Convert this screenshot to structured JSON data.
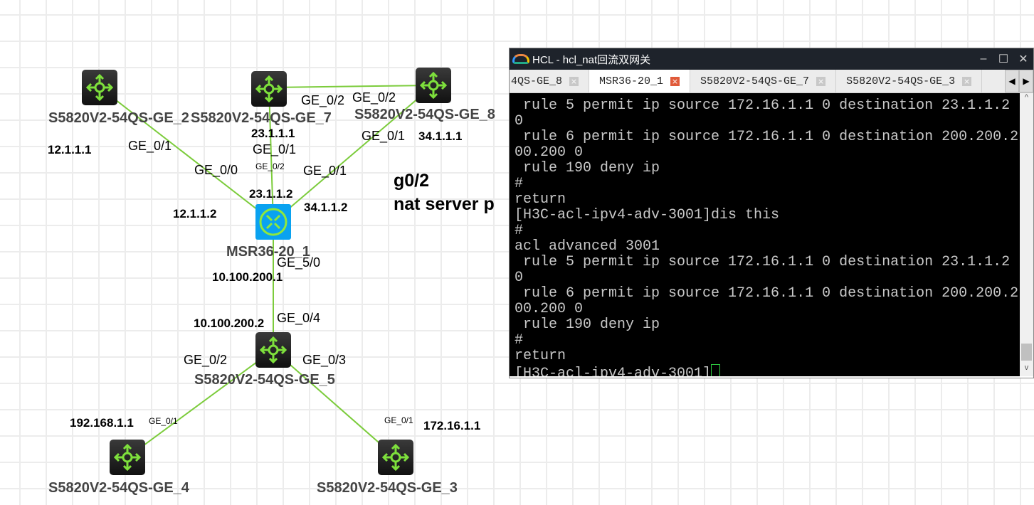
{
  "topology": {
    "devices": [
      {
        "id": "GE_2",
        "label": "S5820V2-54QS-GE_2",
        "type": "switch"
      },
      {
        "id": "GE_7",
        "label": "S5820V2-54QS-GE_7",
        "type": "switch"
      },
      {
        "id": "GE_8",
        "label": "S5820V2-54QS-GE_8",
        "type": "switch"
      },
      {
        "id": "MSR",
        "label": "MSR36-20_1",
        "type": "router"
      },
      {
        "id": "GE_5",
        "label": "S5820V2-54QS-GE_5",
        "type": "switch"
      },
      {
        "id": "GE_4",
        "label": "S5820V2-54QS-GE_4",
        "type": "switch"
      },
      {
        "id": "GE_3",
        "label": "S5820V2-54QS-GE_3",
        "type": "switch"
      }
    ],
    "labels": [
      "12.1.1.1",
      "GE_0/1",
      "GE_0/0",
      "12.1.1.2",
      "23.1.1.1",
      "GE_0/1",
      "GE_0/2",
      "23.1.1.2",
      "GE_0/2",
      "GE_0/2",
      "GE_0/1",
      "34.1.1.1",
      "GE_0/1",
      "34.1.1.2",
      "GE_5/0",
      "10.100.200.1",
      "10.100.200.2",
      "GE_0/4",
      "GE_0/2",
      "GE_0/3",
      "192.168.1.1",
      "GE_0/1",
      "GE_0/1",
      "172.16.1.1"
    ],
    "note_line1": "g0/2",
    "note_line2": "nat server p"
  },
  "window": {
    "title": "HCL - hcl_nat回流双网关",
    "tabs": [
      {
        "label": "4QS-GE_8",
        "active": false
      },
      {
        "label": "MSR36-20_1",
        "active": true
      },
      {
        "label": "S5820V2-54QS-GE_7",
        "active": false
      },
      {
        "label": "S5820V2-54QS-GE_3",
        "active": false
      }
    ],
    "console_lines": [
      " rule 5 permit ip source 172.16.1.1 0 destination 23.1.1.2",
      "0",
      " rule 6 permit ip source 172.16.1.1 0 destination 200.200.2",
      "00.200 0",
      " rule 190 deny ip",
      "#",
      "return",
      "[H3C-acl-ipv4-adv-3001]dis this",
      "#",
      "acl advanced 3001",
      " rule 5 permit ip source 172.16.1.1 0 destination 23.1.1.2",
      "0",
      " rule 6 permit ip source 172.16.1.1 0 destination 200.200.2",
      "00.200 0",
      " rule 190 deny ip",
      "#",
      "return"
    ],
    "prompt": "[H3C-acl-ipv4-adv-3001]"
  }
}
